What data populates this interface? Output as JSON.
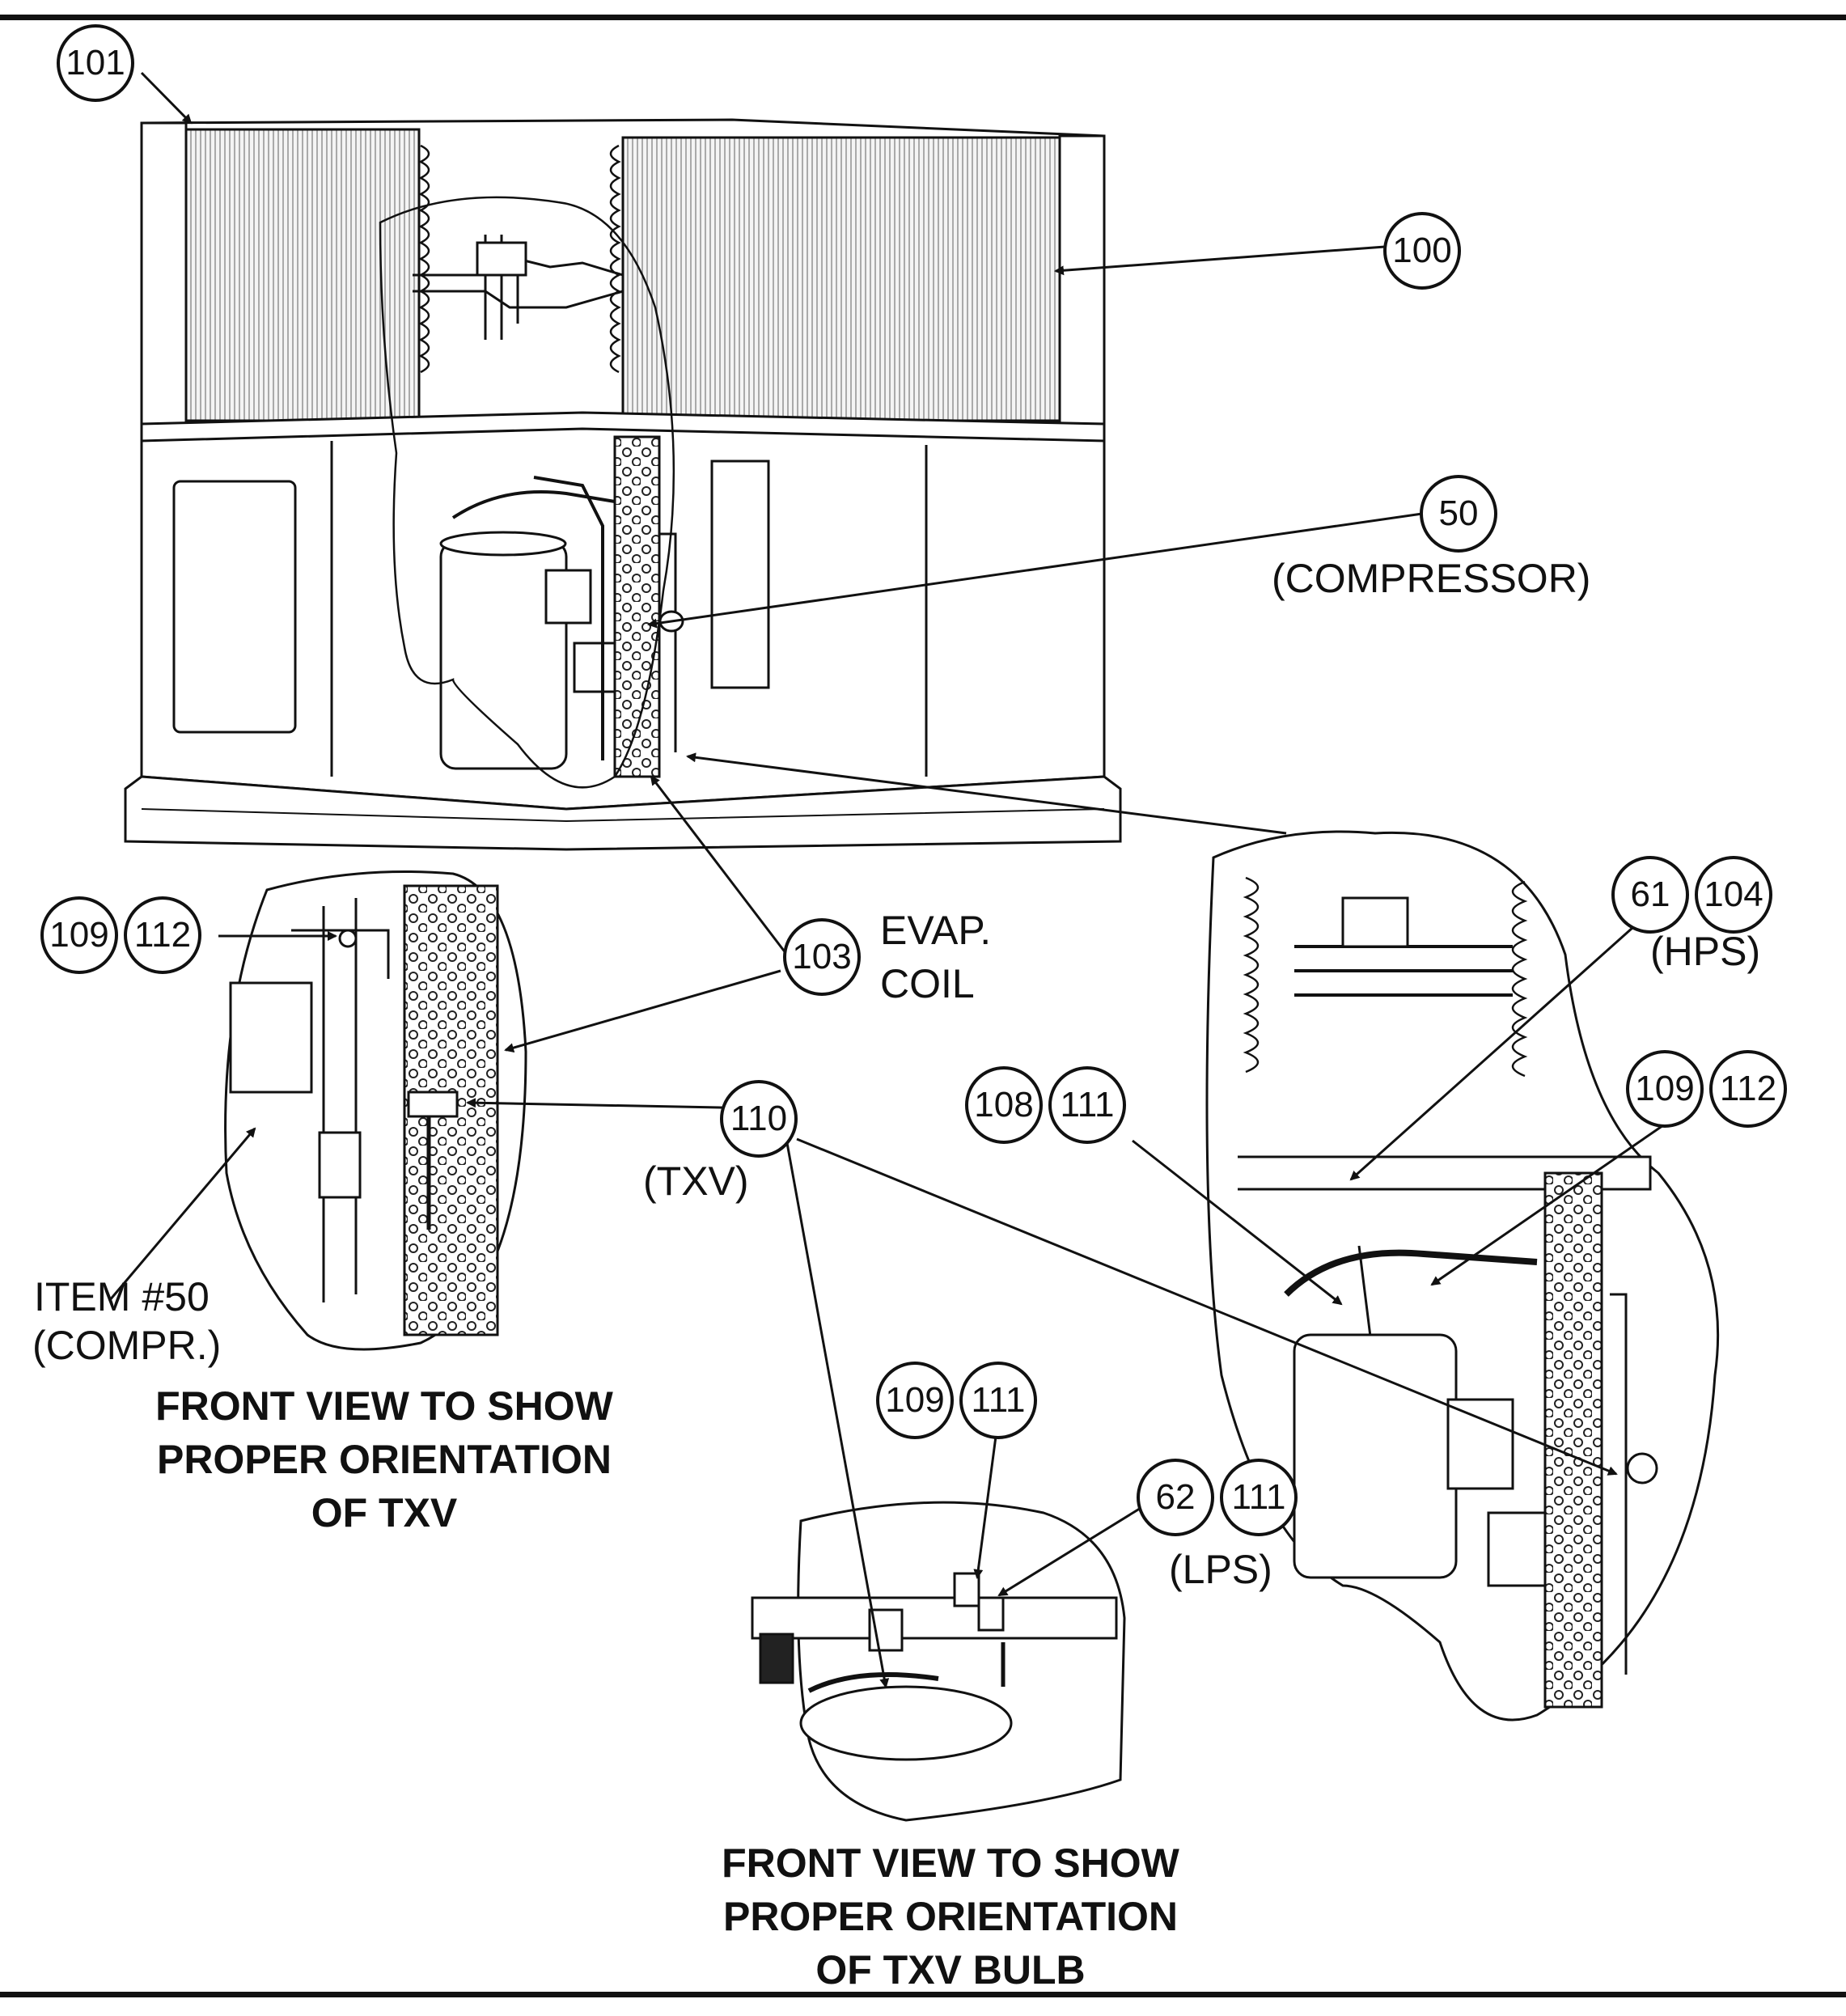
{
  "callouts": {
    "c101": "101",
    "c100": "100",
    "c50": "50",
    "c103": "103",
    "c109a": "109",
    "c112a": "112",
    "c61": "61",
    "c104": "104",
    "c108": "108",
    "c111a": "111",
    "c109b": "109",
    "c112b": "112",
    "c110": "110",
    "c109c": "109",
    "c111b": "111",
    "c62": "62",
    "c111c": "111"
  },
  "labels": {
    "compressor": "(COMPRESSOR)",
    "evap_line1": "EVAP.",
    "evap_line2": "COIL",
    "hps": "(HPS)",
    "txv": "(TXV)",
    "lps": "(LPS)",
    "item50_line1": "ITEM #50",
    "item50_line2": "(COMPR.)"
  },
  "captions": {
    "txv_line1": "FRONT VIEW TO SHOW",
    "txv_line2": "PROPER ORIENTATION",
    "txv_line3": "OF TXV",
    "bulb_line1": "FRONT VIEW TO SHOW",
    "bulb_line2": "PROPER ORIENTATION",
    "bulb_line3": "OF TXV BULB"
  }
}
